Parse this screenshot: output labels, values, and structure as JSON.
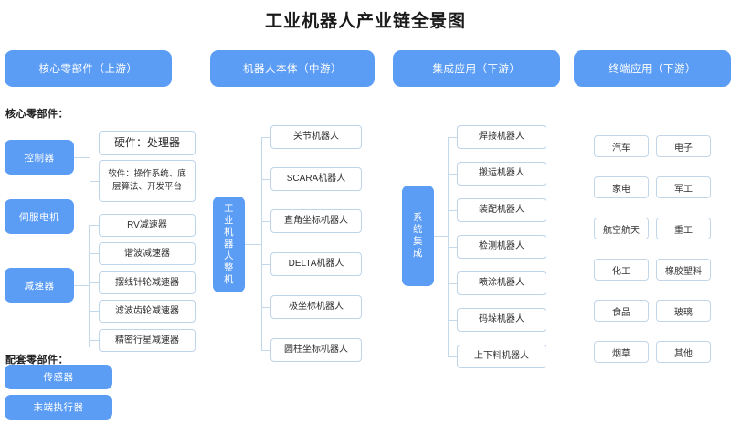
{
  "page": {
    "title": "工业机器人产业链全景图",
    "accent_color": "#5B9CF5",
    "leaf_border_color": "#bed4ea",
    "connector_color": "#c3d8ea",
    "background": "#ffffff"
  },
  "headers": [
    {
      "label": "核心零部件（上游）"
    },
    {
      "label": "机器人本体（中游）"
    },
    {
      "label": "集成应用（下游）"
    },
    {
      "label": "终端应用（下游）"
    }
  ],
  "column_upstream": {
    "caption_core": "核心零部件：",
    "caption_support": "配套零部件：",
    "categories": [
      {
        "label": "控制器"
      },
      {
        "label": "伺服电机"
      },
      {
        "label": "减速器"
      }
    ],
    "controller_children": [
      {
        "label": "硬件：处理器"
      },
      {
        "label": "软件：操作系统、底层算法、开发平台"
      }
    ],
    "reducer_children": [
      {
        "label": "RV减速器"
      },
      {
        "label": "谐波减速器"
      },
      {
        "label": "摆线针轮减速器"
      },
      {
        "label": "滤波齿轮减速器"
      },
      {
        "label": "精密行星减速器"
      }
    ],
    "support_items": [
      {
        "label": "传感器"
      },
      {
        "label": "末端执行器"
      }
    ]
  },
  "column_body": {
    "node_label": "工业机器人整机",
    "children": [
      {
        "label": "关节机器人"
      },
      {
        "label": "SCARA机器人"
      },
      {
        "label": "直角坐标机器人"
      },
      {
        "label": "DELTA机器人"
      },
      {
        "label": "极坐标机器人"
      },
      {
        "label": "圆柱坐标机器人"
      }
    ]
  },
  "column_integration": {
    "node_label": "系统集成",
    "children": [
      {
        "label": "焊接机器人"
      },
      {
        "label": "搬运机器人"
      },
      {
        "label": "装配机器人"
      },
      {
        "label": "检测机器人"
      },
      {
        "label": "喷涂机器人"
      },
      {
        "label": "码垛机器人"
      },
      {
        "label": "上下料机器人"
      }
    ]
  },
  "column_enduse": {
    "items": [
      {
        "label": "汽车"
      },
      {
        "label": "电子"
      },
      {
        "label": "家电"
      },
      {
        "label": "军工"
      },
      {
        "label": "航空航天"
      },
      {
        "label": "重工"
      },
      {
        "label": "化工"
      },
      {
        "label": "橡胶塑料"
      },
      {
        "label": "食品"
      },
      {
        "label": "玻璃"
      },
      {
        "label": "烟草"
      },
      {
        "label": "其他"
      }
    ]
  }
}
